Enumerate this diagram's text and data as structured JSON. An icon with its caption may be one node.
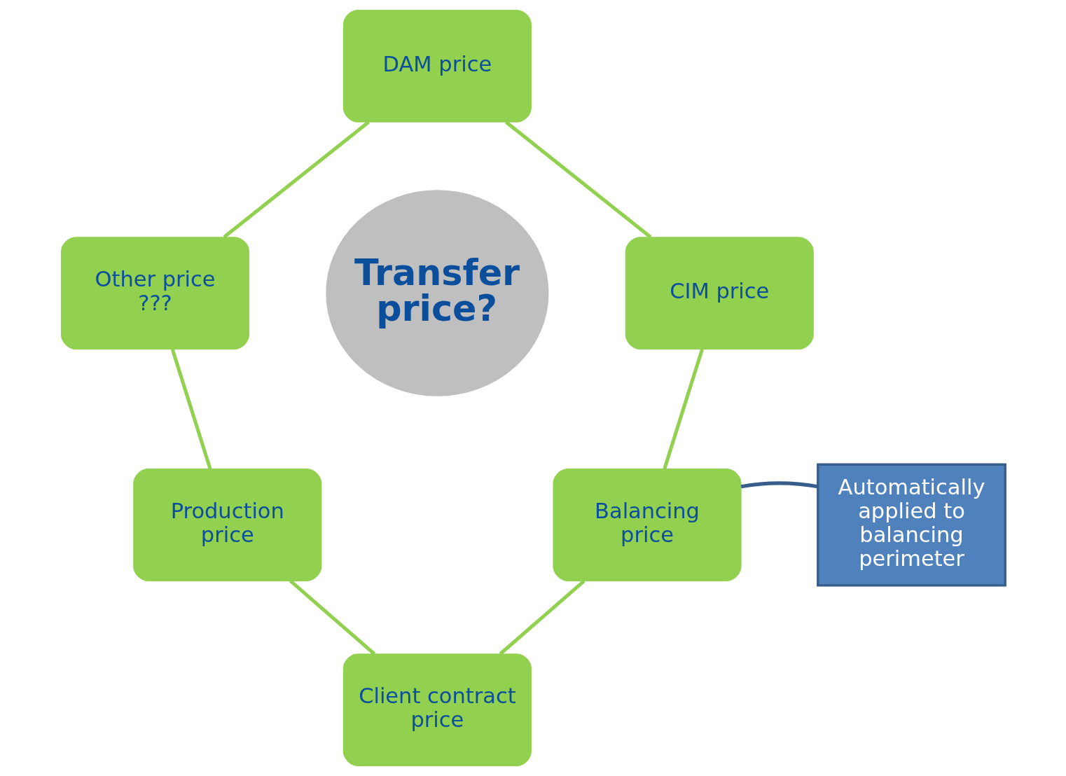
{
  "diagram": {
    "nodes": [
      {
        "text": [
          "Transfer price?"
        ]
      },
      {
        "text": [
          "DAM price"
        ]
      },
      {
        "text": [
          "Other price ???"
        ]
      },
      {
        "text": [
          "CIM price"
        ]
      },
      {
        "text": [
          "Production price"
        ]
      },
      {
        "text": [
          "Balancing price"
        ]
      },
      {
        "text": [
          "Automatically applied to balancing perimeter"
        ]
      },
      {
        "text": [
          "Client contract price"
        ]
      }
    ],
    "edges": [
      {
        "from": 1,
        "to": 3,
        "arrow": "none"
      },
      {
        "from": 3,
        "to": 5,
        "arrow": "none"
      },
      {
        "from": 5,
        "to": 7,
        "arrow": "none"
      },
      {
        "from": 7,
        "to": 4,
        "arrow": "none"
      },
      {
        "from": 4,
        "to": 2,
        "arrow": "none"
      },
      {
        "from": 2,
        "to": 1,
        "arrow": "none"
      },
      {
        "from": 6,
        "to": 5,
        "arrow": "none",
        "color": "#385d8a"
      }
    ]
  }
}
